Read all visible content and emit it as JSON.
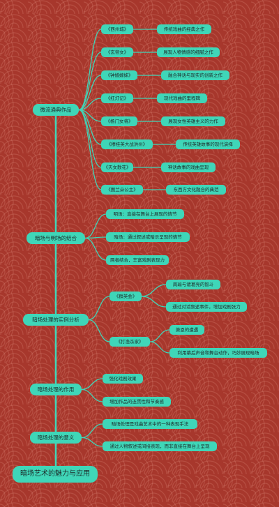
{
  "root": "暗场艺术的魅力与应用",
  "branches": [
    {
      "label": "微流通典作品",
      "children": [
        {
          "label": "《西州城》",
          "children": [
            {
              "label": "传统戏曲的经典之作"
            }
          ]
        },
        {
          "label": "《玄帝女》",
          "children": [
            {
              "label": "展现人物情感的细腻之作"
            }
          ]
        },
        {
          "label": "《钟馗嫁妹》",
          "children": [
            {
              "label": "融合神话与现实的创新之作"
            }
          ]
        },
        {
          "label": "《红灯记》",
          "children": [
            {
              "label": "现代戏曲的里程碑"
            }
          ]
        },
        {
          "label": "《杨门女将》",
          "children": [
            {
              "label": "展现女性英雄主义的力作"
            }
          ]
        },
        {
          "label": "《穆桂英大战洪州》",
          "children": [
            {
              "label": "传统英雄故事的现代演绎"
            }
          ]
        },
        {
          "label": "《天女散花》",
          "children": [
            {
              "label": "神话故事的戏曲呈现"
            }
          ]
        },
        {
          "label": "《图兰朵公主》",
          "children": [
            {
              "label": "东西方文化融合的典范"
            }
          ]
        }
      ]
    },
    {
      "label": "暗场与明场的结合",
      "children": [
        {
          "label": "明场：直接在舞台上展现的情节"
        },
        {
          "label": "暗场：通过叙述或暗示呈现的情节"
        },
        {
          "label": "两者结合，丰富戏剧表现力"
        }
      ]
    },
    {
      "label": "暗场处理的实例分析",
      "children": [
        {
          "label": "《群英会》",
          "children": [
            {
              "label": "周瑜与诸葛亮的智斗"
            },
            {
              "label": "通过对话叙述事件，增加戏剧张力"
            }
          ]
        },
        {
          "label": "《打渔杀家》",
          "children": [
            {
              "label": "萧恩的遭遇"
            },
            {
              "label": "利用幕后声音和舞台动作，巧妙展现暗场"
            }
          ]
        }
      ]
    },
    {
      "label": "暗场处理的作用",
      "children": [
        {
          "label": "强化戏剧效果"
        },
        {
          "label": "增加作品的连贯性和节奏感"
        }
      ]
    },
    {
      "label": "暗场处理的意义",
      "children": [
        {
          "label": "暗场处理是戏曲艺术中的一种表现手法"
        },
        {
          "label": "通过人物叙述或间接表现，而非直接在舞台上呈现"
        }
      ]
    }
  ]
}
